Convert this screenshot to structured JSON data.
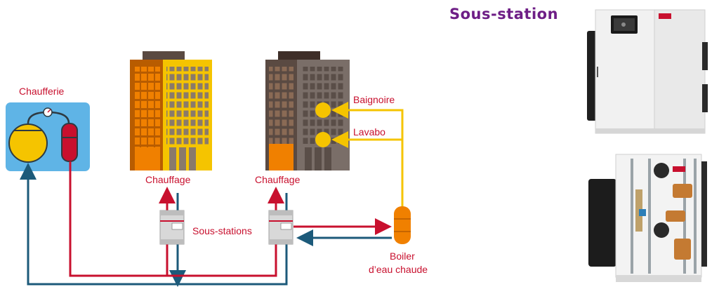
{
  "title": "Sous-station",
  "labels": {
    "chaufferie": "Chaufferie",
    "chauffage_1": "Chauffage",
    "chauffage_2": "Chauffage",
    "sous_stations": "Sous-stations",
    "baignoire": "Baignoire",
    "lavabo": "Lavabo",
    "boiler_line1": "Boiler",
    "boiler_line2": "d’eau chaude"
  },
  "colors": {
    "supply": "#c8102e",
    "return": "#1c5a7a",
    "hot_water": "#f5c400",
    "boiler": "#f08000",
    "accent": "#6e1e86"
  }
}
